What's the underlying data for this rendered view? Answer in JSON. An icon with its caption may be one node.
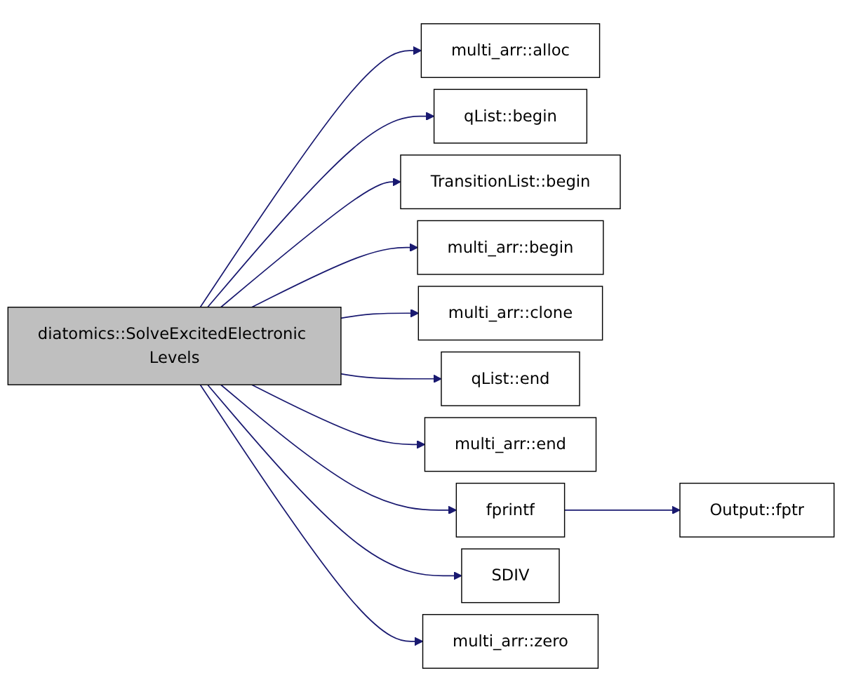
{
  "diagram": {
    "nodes": [
      {
        "text": [
          "diatomics::SolveExcitedElectronic Levels"
        ]
      },
      {
        "text": [
          "multi_arr::alloc"
        ]
      },
      {
        "text": [
          "qList::begin"
        ]
      },
      {
        "text": [
          "TransitionList::begin"
        ]
      },
      {
        "text": [
          "multi_arr::begin"
        ]
      },
      {
        "text": [
          "multi_arr::clone"
        ]
      },
      {
        "text": [
          "qList::end"
        ]
      },
      {
        "text": [
          "multi_arr::end"
        ]
      },
      {
        "text": [
          "fprintf"
        ]
      },
      {
        "text": [
          "SDIV"
        ]
      },
      {
        "text": [
          "multi_arr::zero"
        ]
      },
      {
        "text": [
          "Output::fptr"
        ]
      }
    ],
    "edges": [
      {
        "from": 0,
        "to": 1,
        "arrow": "to"
      },
      {
        "from": 0,
        "to": 2,
        "arrow": "to"
      },
      {
        "from": 0,
        "to": 3,
        "arrow": "to"
      },
      {
        "from": 0,
        "to": 4,
        "arrow": "to"
      },
      {
        "from": 0,
        "to": 5,
        "arrow": "to"
      },
      {
        "from": 0,
        "to": 6,
        "arrow": "to"
      },
      {
        "from": 0,
        "to": 7,
        "arrow": "to"
      },
      {
        "from": 0,
        "to": 8,
        "arrow": "to"
      },
      {
        "from": 0,
        "to": 9,
        "arrow": "to"
      },
      {
        "from": 0,
        "to": 10,
        "arrow": "to"
      },
      {
        "from": 8,
        "to": 11,
        "arrow": "to"
      }
    ]
  }
}
